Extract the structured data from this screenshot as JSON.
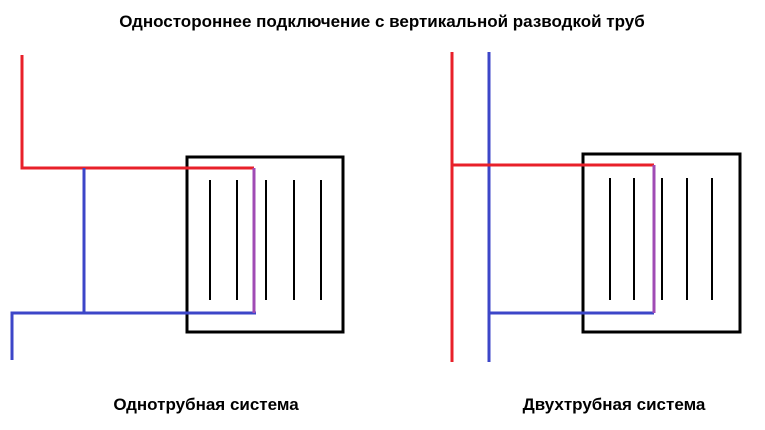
{
  "diagram": {
    "title": "Одностороннее подключение с вертикальной разводкой труб"
  },
  "schemes": {
    "single_pipe": {
      "caption": "Однотрубная система"
    },
    "two_pipe": {
      "caption": "Двухтрубная система"
    }
  },
  "colors": {
    "supply_pipe": "#e8202a",
    "return_pipe": "#3c46c8",
    "bypass_connector": "#a04bb4",
    "radiator_outline": "#000000",
    "radiator_sections": "#000000",
    "background": "#ffffff"
  }
}
